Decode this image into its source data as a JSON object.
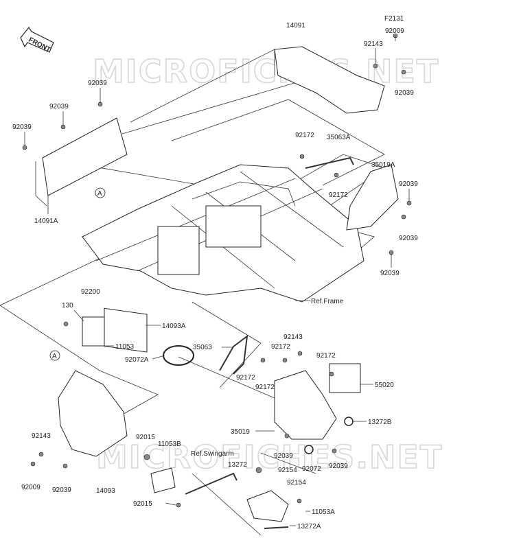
{
  "diagram_code": "F2131",
  "front_label": "FRONT",
  "watermark": "MICROFICHES.NET",
  "reference_labels": {
    "frame": "Ref.Frame",
    "swingarm": "Ref.Swingarm"
  },
  "callout_marker": "A",
  "part_labels": [
    "92009",
    "92143",
    "14091",
    "92039",
    "92039",
    "92039",
    "92039",
    "14091A",
    "92172",
    "35063A",
    "35019A",
    "92039",
    "92172",
    "92039",
    "92039",
    "92200",
    "130",
    "14093A",
    "11053",
    "92072A",
    "35063",
    "92143",
    "92172",
    "92172",
    "92172",
    "92172",
    "55020",
    "13272B",
    "35019",
    "92039",
    "92072",
    "92039",
    "92143",
    "92009",
    "92039",
    "14093",
    "92015",
    "11053B",
    "13272",
    "92154",
    "92154",
    "11053A",
    "92015",
    "13272A"
  ]
}
